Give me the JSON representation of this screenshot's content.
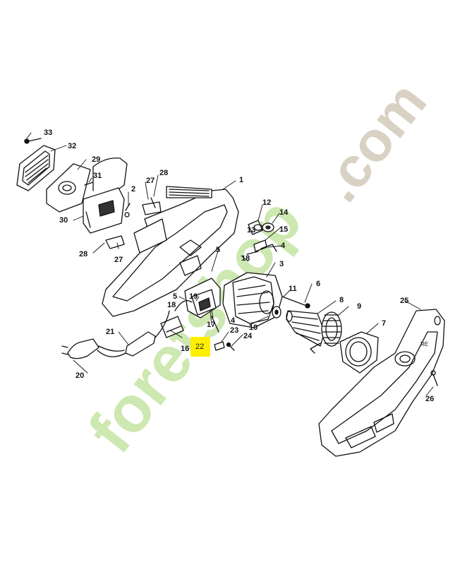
{
  "watermark": {
    "text_a": "foret",
    "text_b": "shop",
    "text_c": ".com",
    "color_green": "#cde8b0",
    "color_orange": "#f4c890",
    "color_grey": "#d9d2c4"
  },
  "highlight": {
    "label": "22",
    "color": "#ffee00"
  },
  "parts": {
    "p1": "1",
    "p2": "2",
    "p3": "3",
    "p4a": "4",
    "p4b": "4",
    "p5a": "5",
    "p5b": "5",
    "p6": "6",
    "p7": "7",
    "p8": "8",
    "p9": "9",
    "p10": "10",
    "p11": "11",
    "p12": "12",
    "p13": "13",
    "p14": "14",
    "p15": "15",
    "p16": "16",
    "p17": "17",
    "p18a": "18",
    "p18b": "18",
    "p19": "19",
    "p20": "20",
    "p21": "21",
    "p23": "23",
    "p24": "24",
    "p25": "25",
    "p26": "26",
    "p27a": "27",
    "p27b": "27",
    "p28a": "28",
    "p28b": "28",
    "p29": "29",
    "p30": "30",
    "p31": "31",
    "p32": "32",
    "p33": "33"
  }
}
